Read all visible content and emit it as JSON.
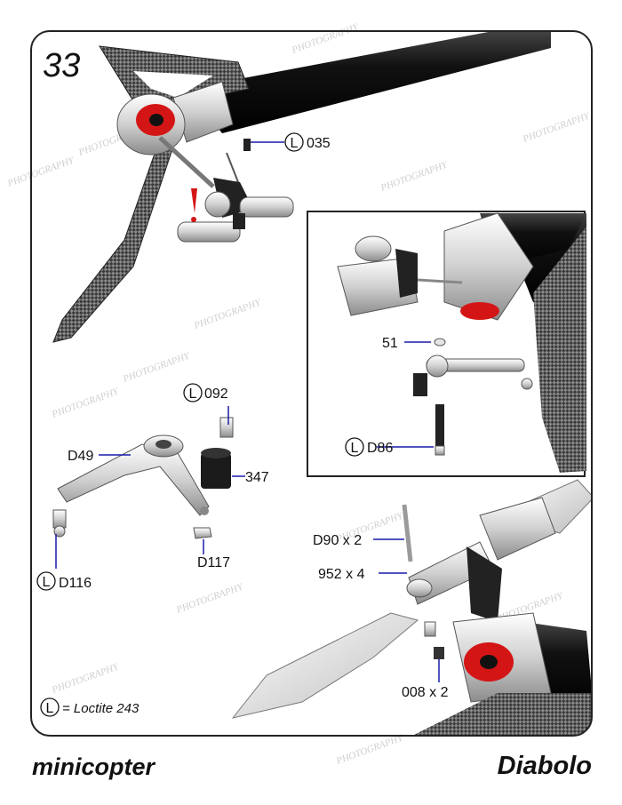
{
  "step_number": "33",
  "callouts": {
    "c035": "035",
    "c092": "092",
    "c347": "347",
    "d49": "D49",
    "d116": "D116",
    "d117": "D117",
    "c51": "51",
    "d86": "D86",
    "d90": "D90 x 2",
    "c952": "952 x 4",
    "c008": "008 x 2"
  },
  "loctite_symbol": "L",
  "legend": "= Loctite 243",
  "footer": {
    "left": "minicopter",
    "right": "Diabolo"
  },
  "colors": {
    "frame": "#222222",
    "leader": "#1a1aa8",
    "carbon": "#3a3a3a",
    "tube": "#1c1c1c",
    "metal": "#d9d9d9",
    "accent_red": "#d41515"
  }
}
